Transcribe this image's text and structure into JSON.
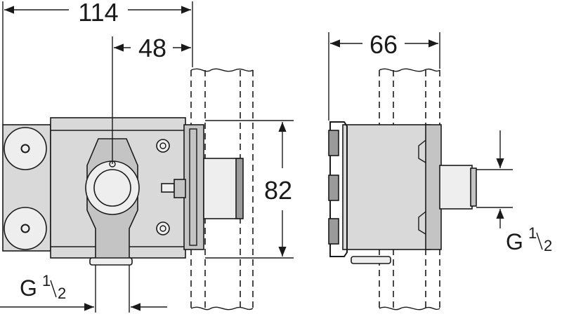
{
  "dimensions": {
    "overall_width": "114",
    "outlet_offset": "48",
    "depth": "66",
    "height": "82"
  },
  "thread_labels": {
    "bottom_left": {
      "main": "G",
      "num": "1",
      "den": "2"
    },
    "right_side": {
      "main": "G",
      "num": "1",
      "den": "2"
    }
  }
}
